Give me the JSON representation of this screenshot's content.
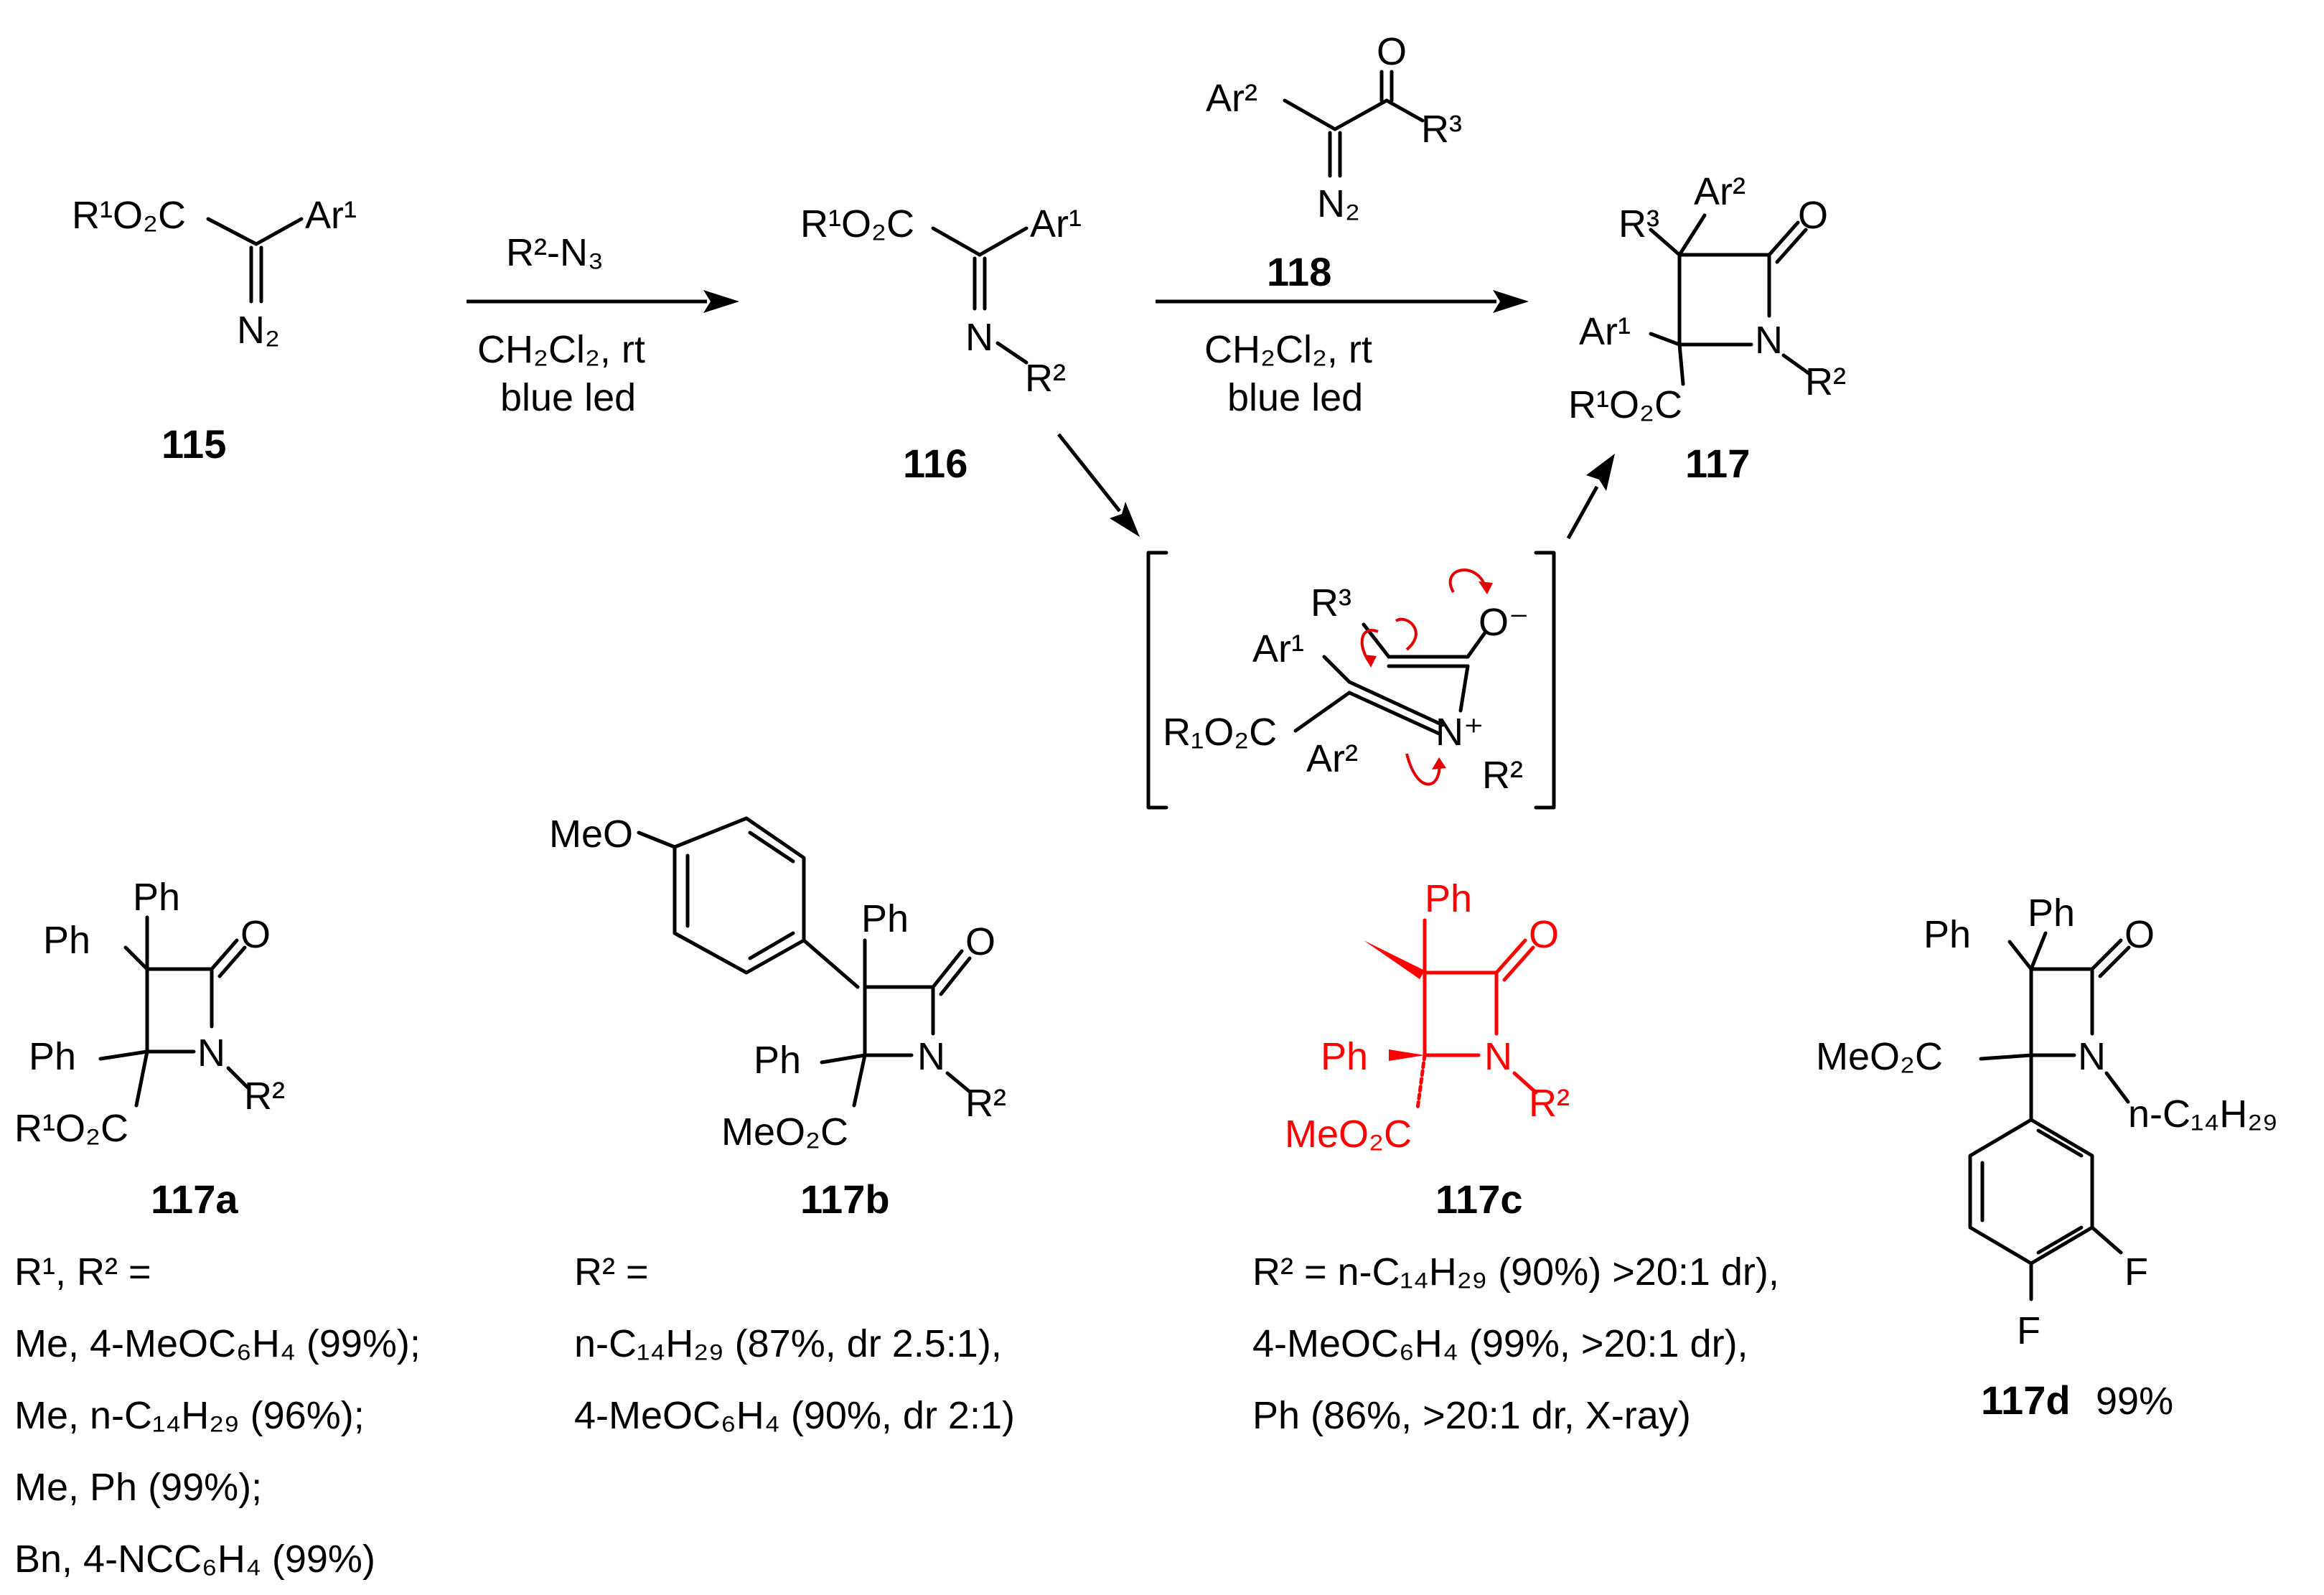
{
  "compounds": {
    "c115": "115",
    "c116": "116",
    "c117": "117",
    "c118": "118",
    "c117a": "117a",
    "c117b": "117b",
    "c117c": "117c",
    "c117d": "117d"
  },
  "atoms": {
    "R1O2C": "R¹O₂C",
    "Ar1": "Ar¹",
    "Ar2": "Ar²",
    "R2": "R²",
    "R3": "R³",
    "N2": "N₂",
    "N": "N",
    "O": "O",
    "O_minus": "O⁻",
    "N_plus": "N⁺",
    "R1O2C_int": "R₁O₂C",
    "Ph": "Ph",
    "MeO": "MeO",
    "MeO2C": "MeO₂C",
    "nC14H29": "n-C₁₄H₂₉",
    "F": "F"
  },
  "conditions": {
    "reagent1": "R²-N₃",
    "solvent": "CH₂Cl₂, rt",
    "light": "blue led"
  },
  "scope": {
    "a": {
      "header": "R¹, R² =",
      "lines": [
        "Me, 4-MeOC₆H₄ (99%);",
        "Me, n-C₁₄H₂₉ (96%);",
        "Me, Ph (99%);",
        "Bn, 4-NCC₆H₄ (99%)"
      ]
    },
    "b": {
      "header": "R² =",
      "lines": [
        "n-C₁₄H₂₉ (87%, dr 2.5:1),",
        "4-MeOC₆H₄ (90%, dr 2:1)"
      ]
    },
    "c": {
      "lines": [
        "R² = n-C₁₄H₂₉ (90%) >20:1 dr),",
        "4-MeOC₆H₄ (99%, >20:1 dr),",
        "Ph (86%, >20:1 dr, X-ray)"
      ]
    },
    "d": {
      "yield": "99%"
    }
  },
  "colors": {
    "highlight": "#ff0000",
    "arrow_curly": "#e00000"
  }
}
